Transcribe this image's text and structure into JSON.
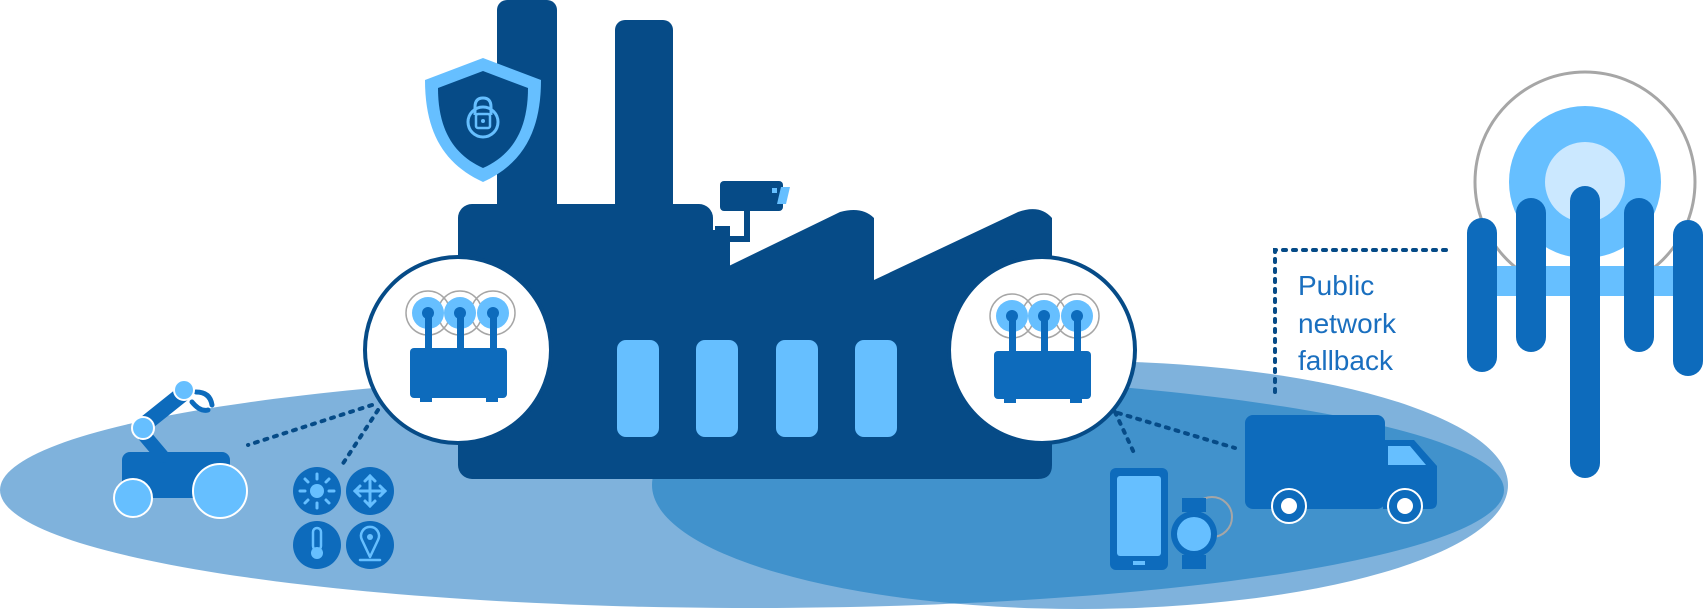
{
  "callout": {
    "lines": [
      "Public",
      "network",
      "fallback"
    ]
  },
  "colors": {
    "factory": "#064b87",
    "light_blue": "#66bfff",
    "mid_blue": "#0d6bbc",
    "ground": "#7fb2dc",
    "overlap": "#4192cc",
    "grey_ring": "#a6a6a6",
    "pale_blue": "#cbe8ff"
  },
  "icons": [
    "shield-lock-icon",
    "security-camera-icon",
    "router-icon",
    "robot-arm-icon",
    "sunlight-sensor-icon",
    "motion-sensor-icon",
    "temperature-sensor-icon",
    "location-sensor-icon",
    "smartphone-icon",
    "smartwatch-icon",
    "delivery-truck-icon",
    "cell-tower-icon"
  ]
}
